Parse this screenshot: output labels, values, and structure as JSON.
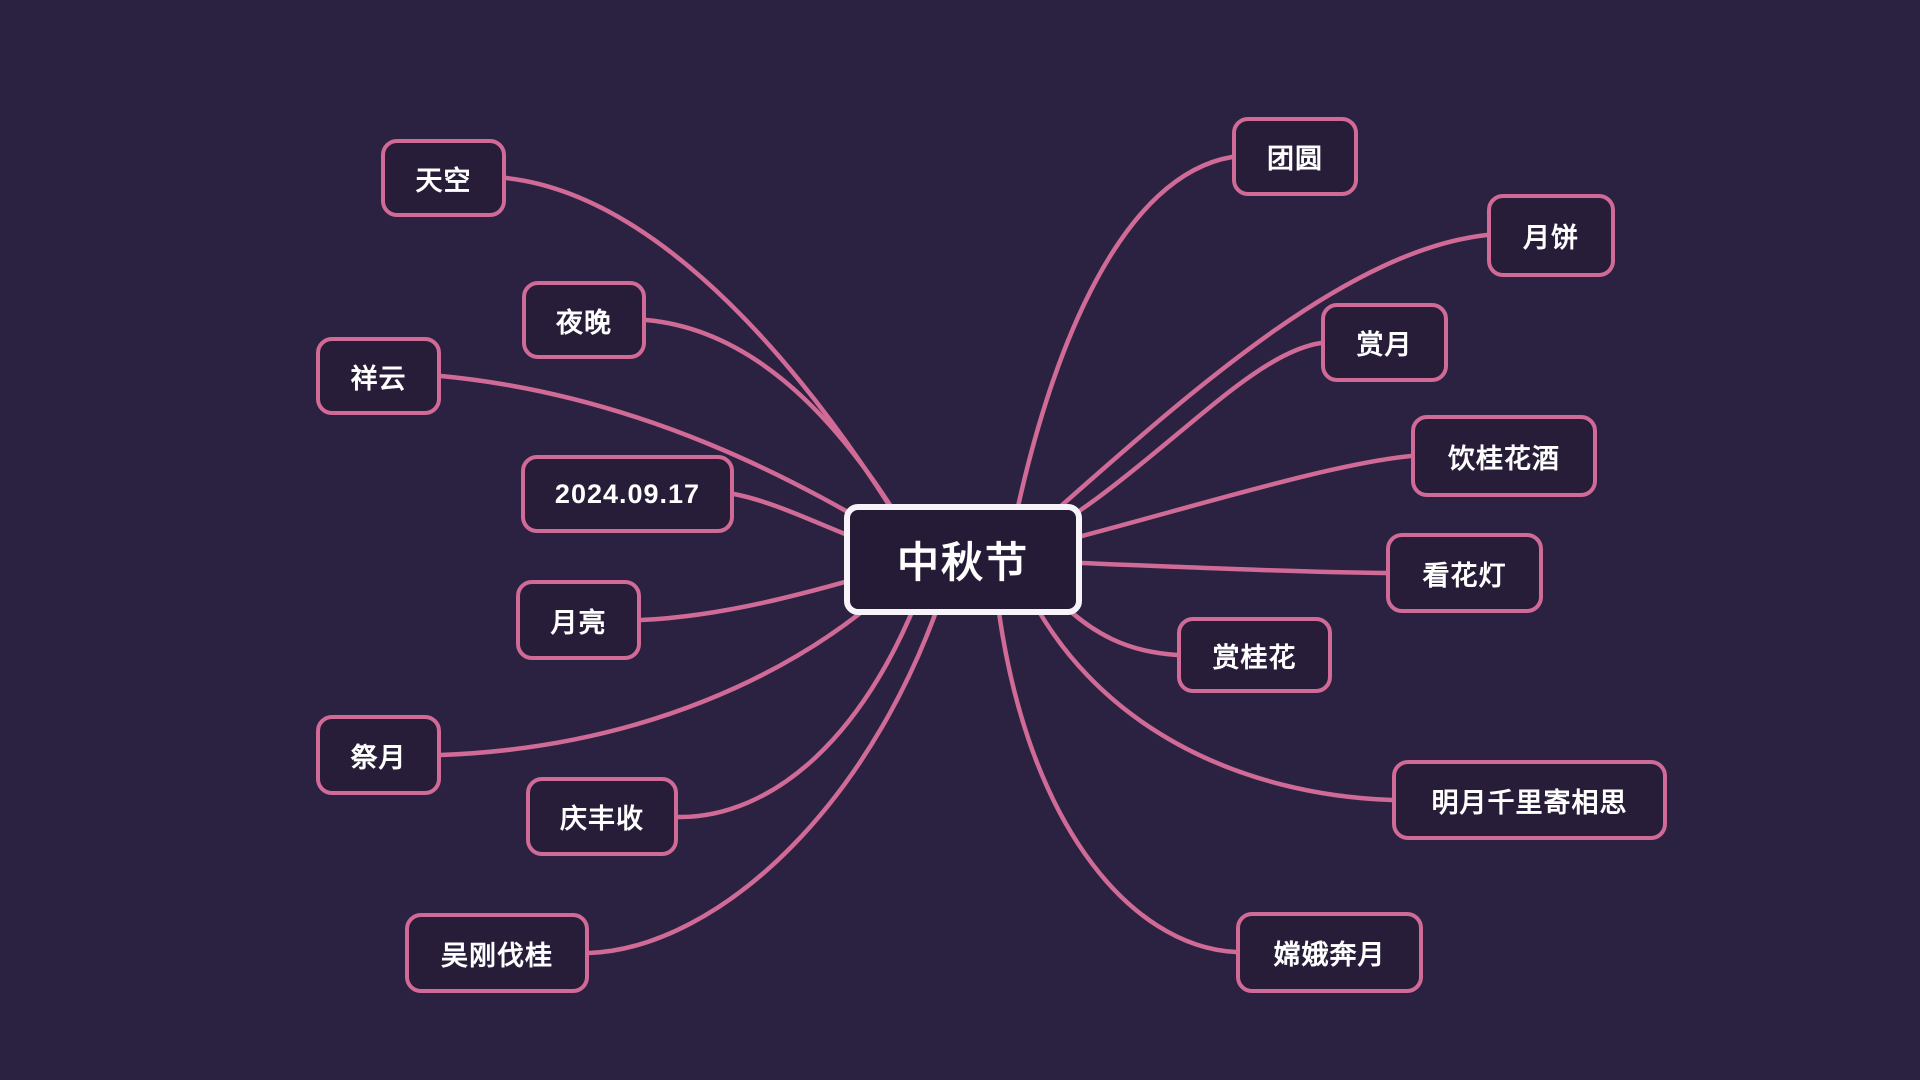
{
  "diagram": {
    "type": "mindmap",
    "center_node": {
      "label": "中秋节"
    },
    "nodes": {
      "left": [
        {
          "label": "天空"
        },
        {
          "label": "夜晚"
        },
        {
          "label": "祥云"
        },
        {
          "label": "2024.09.17"
        },
        {
          "label": "月亮"
        },
        {
          "label": "祭月"
        },
        {
          "label": "庆丰收"
        },
        {
          "label": "吴刚伐桂"
        }
      ],
      "right": [
        {
          "label": "团圆"
        },
        {
          "label": "月饼"
        },
        {
          "label": "赏月"
        },
        {
          "label": "饮桂花酒"
        },
        {
          "label": "看花灯"
        },
        {
          "label": "赏桂花"
        },
        {
          "label": "明月千里寄相思"
        },
        {
          "label": "嫦娥奔月"
        }
      ]
    },
    "colors": {
      "background": "#2b2141",
      "node_fill": "#271d39",
      "node_border": "#d06a96",
      "connector": "#d06a96",
      "center_fill": "#251b37",
      "center_border": "#f6f4f9",
      "text": "#ffffff"
    }
  }
}
